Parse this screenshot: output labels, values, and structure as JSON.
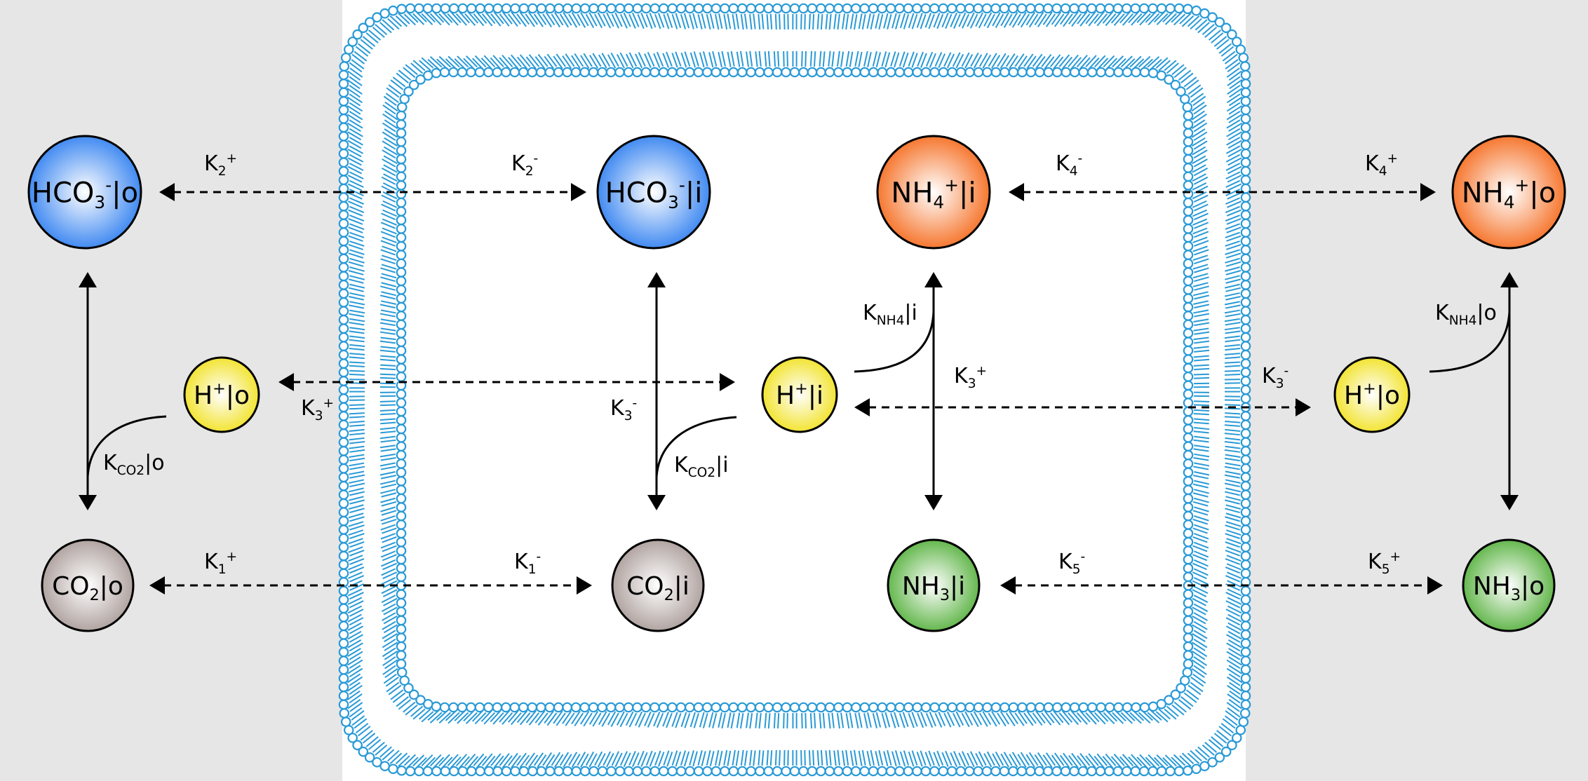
{
  "colors": {
    "outside_bg": "#e6e6e6",
    "inside_bg": "#ffffff",
    "membrane": "#2a9ad6",
    "hco3_fill": "#2f7ff0",
    "nh4_fill": "#f56a1c",
    "h_fill": "#f1e11f",
    "nh3_fill": "#55b03c",
    "co2_fill": "#a99b98"
  },
  "species": {
    "hco3_o": {
      "main": "HCO",
      "sub": "3",
      "sup": "-",
      "tail": "|o"
    },
    "hco3_i": {
      "main": "HCO",
      "sub": "3",
      "sup": "-",
      "tail": "|i"
    },
    "nh4_i": {
      "main": "NH",
      "sub": "4",
      "sup": "+",
      "tail": "|i"
    },
    "nh4_o": {
      "main": "NH",
      "sub": "4",
      "sup": "+",
      "tail": "|o"
    },
    "h_o_left": {
      "main": "H",
      "sup": "+",
      "tail": "|o"
    },
    "h_i": {
      "main": "H",
      "sup": "+",
      "tail": "|i"
    },
    "h_o_right": {
      "main": "H",
      "sup": "+",
      "tail": "|o"
    },
    "co2_o": {
      "main": "CO",
      "sub": "2",
      "tail": "|o"
    },
    "co2_i": {
      "main": "CO",
      "sub": "2",
      "tail": "|i"
    },
    "nh3_i": {
      "main": "NH",
      "sub": "3",
      "tail": "|i"
    },
    "nh3_o": {
      "main": "NH",
      "sub": "3",
      "tail": "|o"
    }
  },
  "rates": {
    "k2_plus": {
      "base": "K",
      "sub": "2",
      "sup": "+"
    },
    "k2_minus": {
      "base": "K",
      "sub": "2",
      "sup": "-"
    },
    "k4_minus": {
      "base": "K",
      "sub": "4",
      "sup": "-"
    },
    "k4_plus": {
      "base": "K",
      "sub": "4",
      "sup": "+"
    },
    "k3_plus_left": {
      "base": "K",
      "sub": "3",
      "sup": "+"
    },
    "k3_minus_left": {
      "base": "K",
      "sub": "3",
      "sup": "-"
    },
    "k3_plus_center": {
      "base": "K",
      "sub": "3",
      "sup": "+"
    },
    "k3_minus_right": {
      "base": "K",
      "sub": "3",
      "sup": "-"
    },
    "k1_plus": {
      "base": "K",
      "sub": "1",
      "sup": "+"
    },
    "k1_minus": {
      "base": "K",
      "sub": "1",
      "sup": "-"
    },
    "k5_minus": {
      "base": "K",
      "sub": "5",
      "sup": "-"
    },
    "k5_plus": {
      "base": "K",
      "sub": "5",
      "sup": "+"
    }
  },
  "equilibria": {
    "kco2_o": {
      "base": "K",
      "sub": "CO2",
      "tail": "|o"
    },
    "kco2_i": {
      "base": "K",
      "sub": "CO2",
      "tail": "|i"
    },
    "knh4_i": {
      "base": "K",
      "sub": "NH4",
      "tail": "|i"
    },
    "knh4_o": {
      "base": "K",
      "sub": "NH4",
      "tail": "|o"
    }
  }
}
